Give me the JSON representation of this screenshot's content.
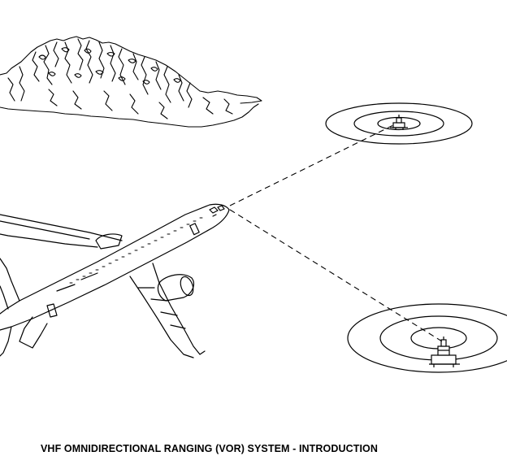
{
  "figure": {
    "caption": "VHF OMNIDIRECTIONAL RANGING (VOR) SYSTEM - INTRODUCTION",
    "elements": {
      "mountain": "mountain-illustration",
      "aircraft": "jet-airliner-illustration",
      "station_upper": "vor-ground-station-icon",
      "station_lower": "vor-ground-station-icon",
      "signal_lines": "dashed-radial-lines"
    },
    "line_color": "#000000",
    "background_color": "#ffffff"
  }
}
